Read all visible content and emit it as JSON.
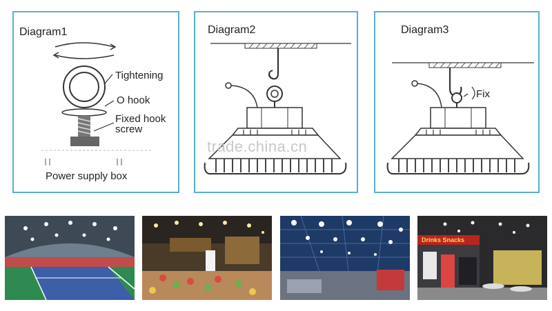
{
  "diagram1": {
    "title": "Diagram1",
    "label_tightening": "Tightening",
    "label_o_hook": "O hook",
    "label_fixed_hook_line1": "Fixed hook",
    "label_fixed_hook_line2": "screw",
    "label_power_box": "Power supply box"
  },
  "diagram2": {
    "title": "Diagram2"
  },
  "diagram3": {
    "title": "Diagram3",
    "label_fix": "Fix"
  },
  "watermark": "trade.china.cn",
  "photos": [
    {
      "icon": "tennis-court-photo"
    },
    {
      "icon": "restaurant-buffet-photo"
    },
    {
      "icon": "warehouse-ceiling-photo"
    },
    {
      "icon": "food-court-photo",
      "sign_text": "Drinks  Snacks"
    }
  ],
  "colors": {
    "panel_border": "#5aaecf",
    "line": "#333333"
  }
}
